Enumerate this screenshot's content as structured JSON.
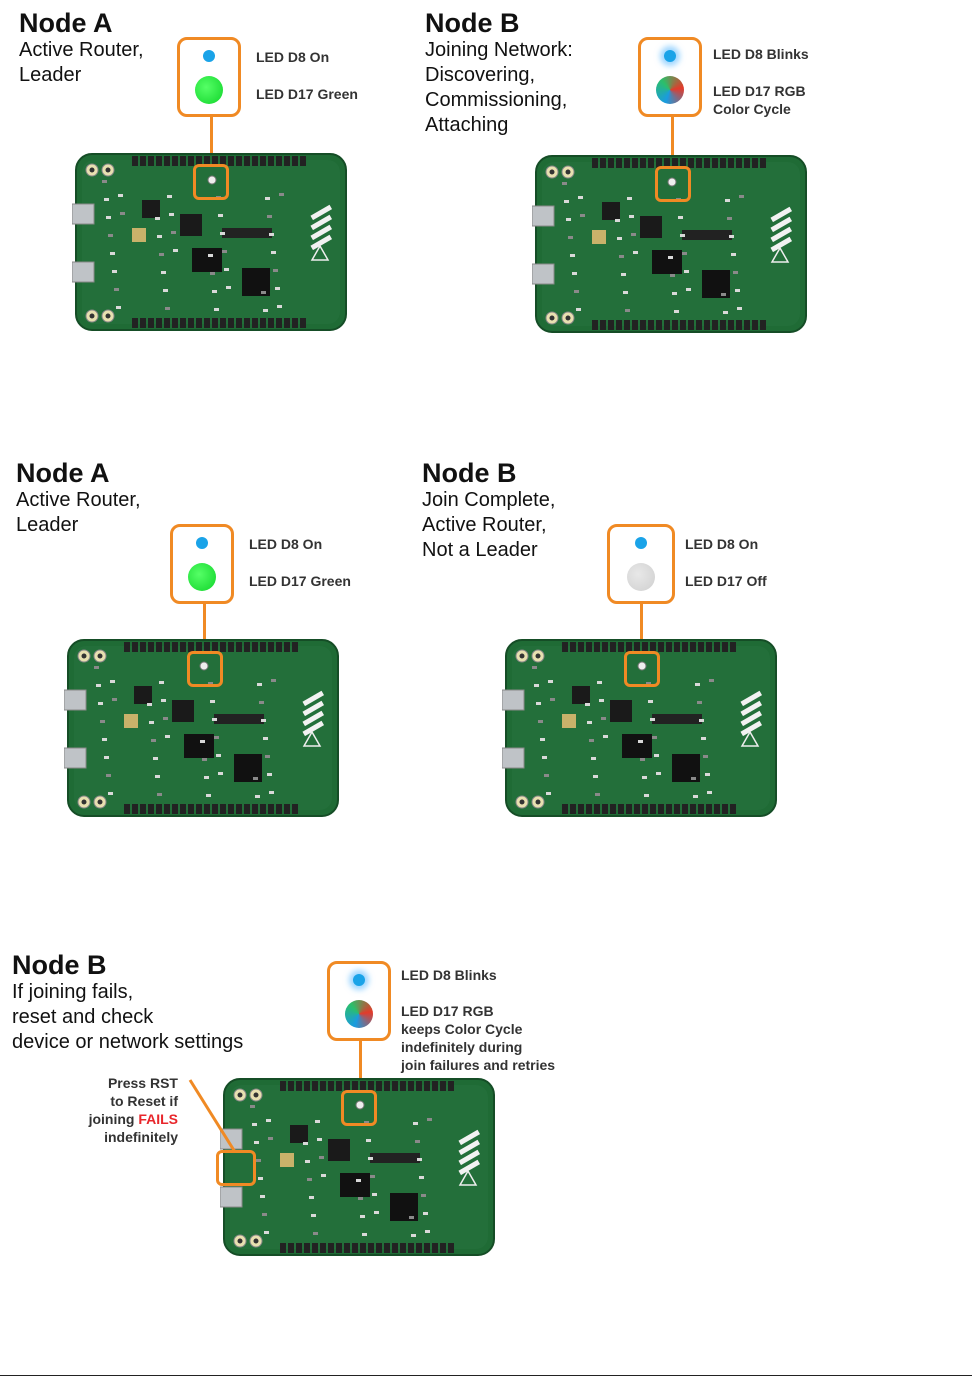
{
  "panels": [
    {
      "title": "Node A",
      "desc": [
        "Active Router,",
        "Leader"
      ],
      "led1_label": "LED D8 On",
      "led2_label": [
        "LED D17 Green"
      ],
      "led2_state": "green"
    },
    {
      "title": "Node B",
      "desc": [
        "Joining Network:",
        "Discovering,",
        "Commissioning,",
        "Attaching"
      ],
      "led1_label": "LED D8 Blinks",
      "led2_label": [
        "LED D17 RGB",
        "Color Cycle"
      ],
      "led2_state": "rgb"
    },
    {
      "title": "Node A",
      "desc": [
        "Active Router,",
        "Leader"
      ],
      "led1_label": "LED D8 On",
      "led2_label": [
        "LED D17 Green"
      ],
      "led2_state": "green"
    },
    {
      "title": "Node B",
      "desc": [
        "Join Complete,",
        "Active Router,",
        "Not a Leader"
      ],
      "led1_label": "LED D8 On",
      "led2_label": [
        "LED D17 Off"
      ],
      "led2_state": "off"
    },
    {
      "title": "Node B",
      "desc": [
        "If joining fails,",
        "reset and check",
        "device or network settings"
      ],
      "led1_label": "LED D8 Blinks",
      "led2_label": [
        "LED D17 RGB",
        "keeps Color Cycle",
        "indefinitely during",
        "join failures and retries"
      ],
      "led2_state": "rgb"
    }
  ],
  "reset_callout": {
    "lines": [
      "Press RST",
      "to Reset if"
    ],
    "line3_prefix": "joining ",
    "line3_emph": "FAILS",
    "line4": "indefinitely"
  },
  "colors": {
    "accent_orange": "#f08a24",
    "led_blue": "#1aa3e8",
    "led_green": "#22e03a",
    "led_off": "#d8d8d8",
    "board_green": "#1f6b35",
    "fails_red": "#e8262b"
  }
}
